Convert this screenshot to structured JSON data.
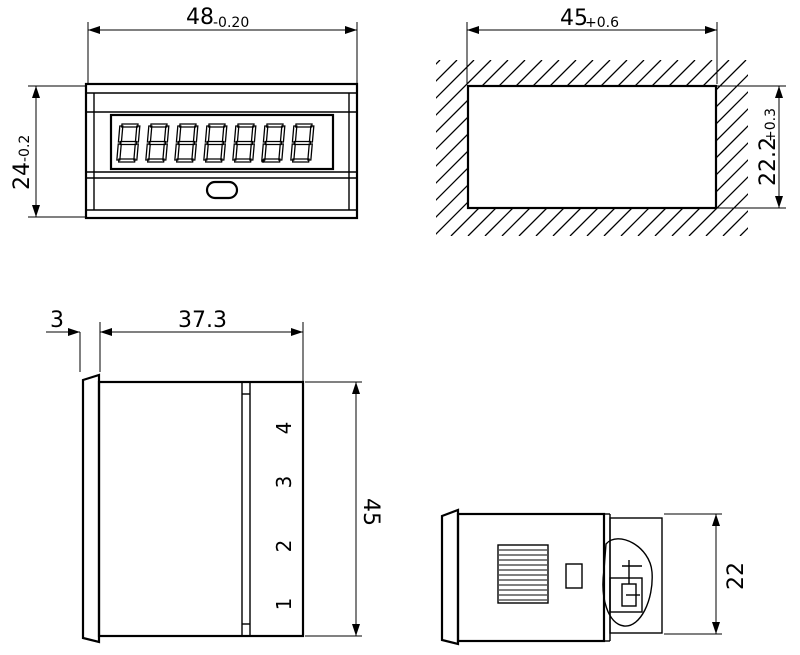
{
  "front_view": {
    "width_dim": "48",
    "width_tol": "-0.20",
    "height_dim": "24",
    "height_tol": "-0.2"
  },
  "cutout_view": {
    "width_dim": "45",
    "width_tol": "+0.6",
    "height_dim": "22.2",
    "height_tol": "+0.3"
  },
  "side_view": {
    "bezel_dim": "3",
    "depth_dim": "37.3",
    "height_dim": "45",
    "terminals": [
      "1",
      "2",
      "3",
      "4"
    ]
  },
  "top_view": {
    "height_dim": "22"
  }
}
